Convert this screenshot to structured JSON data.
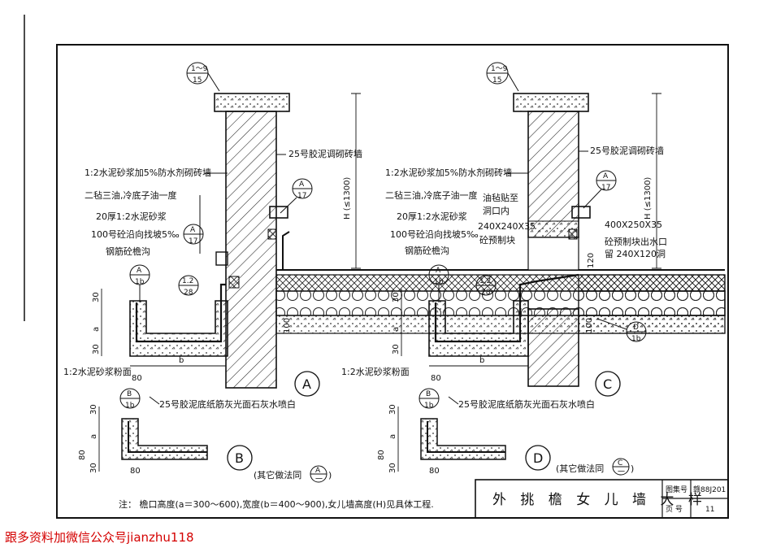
{
  "sheet": {
    "title": "外 挑 檐 女 儿 墙 大 样",
    "atlas_label": "图集号",
    "atlas_no": "赣88J201",
    "page_label": "页  号",
    "page_no": "11",
    "note": "注：   檐口高度(a＝300～600),宽度(b＝400～900),女儿墙高度(H)见具体工程."
  },
  "detail_a": {
    "ref_top": {
      "num": "1～9",
      "den": "15"
    },
    "label_wall": "25号胶泥调砌砖墙",
    "label_mortar_wall": "1:2水泥砂浆加5%防水剂砌砖墙",
    "label_oil": "二毡三油,冷底子油一度",
    "label_mortar20": "20厚1:2水泥砂浆",
    "label_slope": "100号砼沿向找坡5‰",
    "label_steel": "钢筋砼檐沟",
    "ref_a17_1": {
      "num": "A",
      "den": "17"
    },
    "ref_a17_2": {
      "num": "A",
      "den": "17"
    },
    "ref_a1b": {
      "num": "A",
      "den": "1b"
    },
    "ref_28": {
      "num": "1.2",
      "den": "28"
    },
    "dim_H": "H  (≤1300)",
    "dim_30a": "30",
    "dim_a": "a",
    "dim_30b": "30",
    "dim_b": "b",
    "dim_80": "80",
    "dim_100": "100",
    "label_plaster": "1:2水泥砂浆粉面",
    "label_paint": "25号胶泥底纸筋灰光面石灰水喷白",
    "mark": "A"
  },
  "detail_b": {
    "ref": {
      "num": "B",
      "den": "1b"
    },
    "dim_30": "30",
    "dim_a": "a",
    "dim_80": "80",
    "dim_30b": "30",
    "dim_80b": "80",
    "mark": "B",
    "other": "(其它做法同",
    "other_ref": {
      "num": "A",
      "den": "一"
    },
    "other_close": ")"
  },
  "detail_c": {
    "ref_top": {
      "num": "1～9",
      "den": "15"
    },
    "label_wall": "25号胶泥调砌砖墙",
    "label_mortar_wall": "1:2水泥砂浆加5%防水剂砌砖墙",
    "label_oil": "二毡三油,冷底子油一度",
    "label_mortar20": "20厚1:2水泥砂浆",
    "label_slope": "100号砼沿向找坡5‰",
    "label_steel": "钢筋砼檐沟",
    "label_hole": "油毡贴至",
    "label_hole2": "洞口内",
    "label_block": "240X240X35",
    "label_block2": "砼预制块",
    "label_size": "400X250X35",
    "label_precast": "砼预制块出水口",
    "label_leave": "留 240X120洞",
    "ref_a17": {
      "num": "A",
      "den": "17"
    },
    "ref_a1b": {
      "num": "A",
      "den": "1b"
    },
    "ref_28": {
      "num": "1.2",
      "den": "28"
    },
    "ref_d1b": {
      "num": "D",
      "den": "1b"
    },
    "dim_H": "H  (≤1300)",
    "dim_120": "120",
    "dim_30a": "30",
    "dim_a": "a",
    "dim_30b": "30",
    "dim_b": "b",
    "dim_80": "80",
    "dim_100": "100",
    "label_plaster": "1:2水泥砂浆粉面",
    "label_paint": "25号胶泥底纸筋灰光面石灰水喷白",
    "mark": "C"
  },
  "detail_d": {
    "ref": {
      "num": "B",
      "den": "1b"
    },
    "dim_30": "30",
    "dim_a": "a",
    "dim_80": "80",
    "dim_30b": "30",
    "dim_80b": "80",
    "mark": "D",
    "other": "(其它做法同",
    "other_ref": {
      "num": "C",
      "den": "一"
    },
    "other_close": ")"
  },
  "footer": "跟多资料加微信公众号jianzhu118"
}
